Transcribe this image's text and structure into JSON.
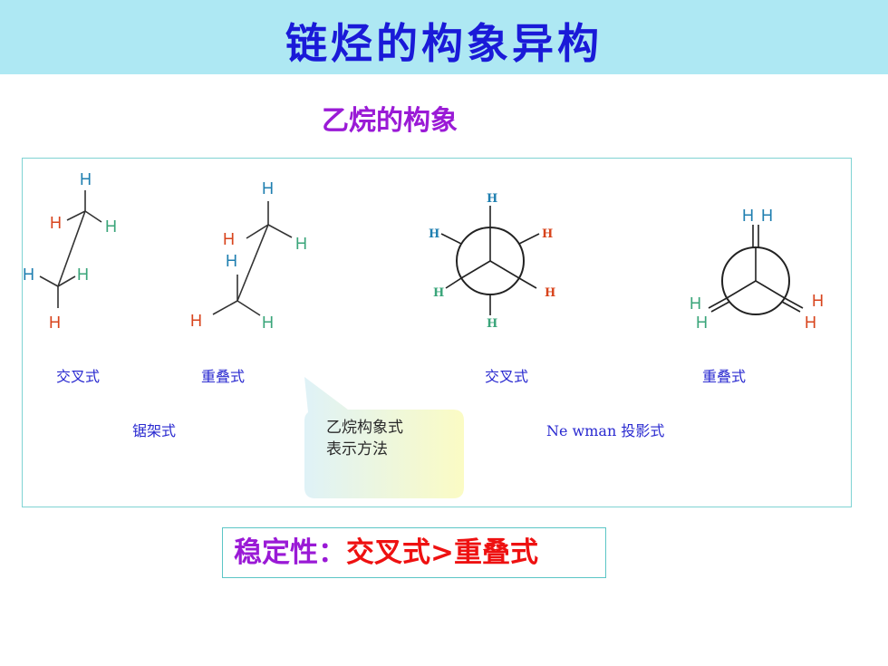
{
  "title": "链烃的构象异构",
  "subtitle": "乙烷的构象",
  "atom_label": "H",
  "conformation_labels": {
    "sawhorse_staggered": "交叉式",
    "sawhorse_eclipsed": "重叠式",
    "newman_staggered": "交叉式",
    "newman_eclipsed": "重叠式"
  },
  "group_labels": {
    "sawhorse": "锯架式",
    "newman": "Ne wman 投影式"
  },
  "callout": {
    "line1": "乙烷构象式",
    "line2": "表示方法"
  },
  "stability": {
    "label": "稳定性：",
    "value": "交叉式>重叠式"
  },
  "colors": {
    "title_bar": "#aee8f3",
    "title_text": "#1a1ad8",
    "subtitle": "#9a1ad6",
    "h_blue": "#1f7fb0",
    "h_red": "#d8441c",
    "h_green": "#3aa57a",
    "stability_value": "#ee1111"
  }
}
